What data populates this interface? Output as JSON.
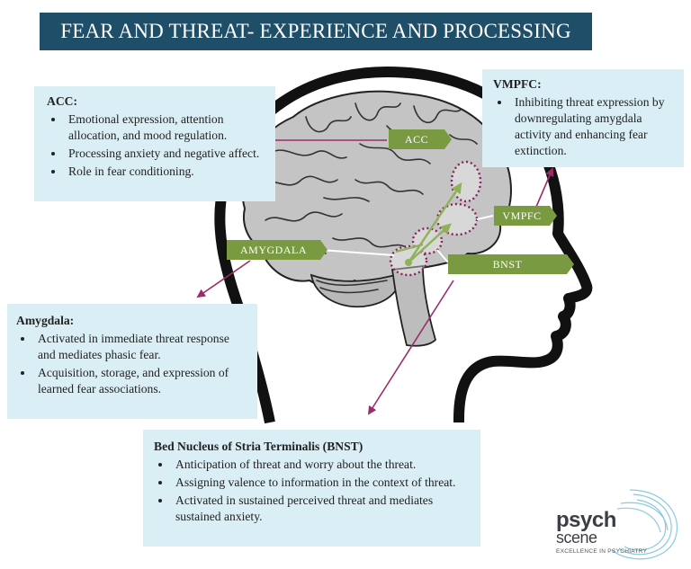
{
  "title": "FEAR AND THREAT- EXPERIENCE AND PROCESSING",
  "colors": {
    "title_bg": "#1f4e69",
    "box_bg": "#daeef5",
    "tag_green": "#7a9a42",
    "arrow": "#9b2c6a",
    "brain": "#c9c9c9"
  },
  "tags": {
    "acc": "ACC",
    "vmpfc": "VMPFC",
    "amygdala": "AMYGDALA",
    "bnst": "BNST"
  },
  "acc": {
    "heading": "ACC:",
    "items": [
      "Emotional expression, attention allocation, and mood regulation.",
      "Processing anxiety and negative affect.",
      "Role in fear conditioning."
    ]
  },
  "vmpfc": {
    "heading": "VMPFC:",
    "items": [
      "Inhibiting threat expression by downregulating amygdala activity and enhancing fear extinction."
    ]
  },
  "amygdala": {
    "heading": "Amygdala:",
    "items": [
      "Activated in immediate threat response and mediates phasic fear.",
      "Acquisition, storage, and expression of learned fear associations."
    ]
  },
  "bnst": {
    "heading": "Bed Nucleus of Stria Terminalis (BNST)",
    "items": [
      "Anticipation of threat and worry about the threat.",
      "Assigning valence to information in the context of threat.",
      "Activated in sustained perceived threat and mediates sustained anxiety."
    ]
  },
  "logo": {
    "line1": "psych",
    "line2": "scene",
    "line3": "EXCELLENCE IN PSYCHIATRY"
  }
}
